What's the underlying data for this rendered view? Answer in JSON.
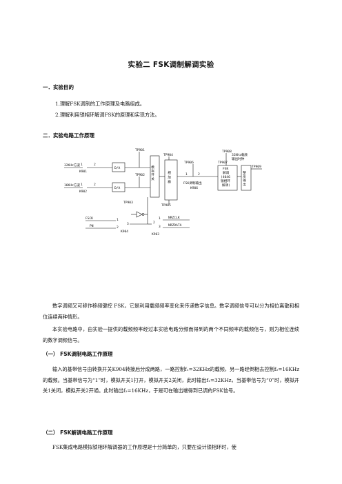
{
  "title": "实验二    FSK调制解调实验",
  "sections": {
    "s1_heading": "一．实验目的",
    "s1_item1": "1.理解FSK调制的工作原理及电路组成。",
    "s1_item2": "2.理解利用锁相环解调FSK的原理和实现方法。",
    "s2_heading": "二．实验电路工作原理"
  },
  "diagram": {
    "in1": "32KHz方波",
    "in2": "16KHz方波",
    "k901": "K901",
    "k902": "K902",
    "k903": "K903",
    "k904": "K904",
    "k906": "K906",
    "da": "D/A",
    "tp901": "TP901",
    "tp902": "TP902",
    "tp903": "TP903",
    "tp904": "TP904",
    "tp905": "TP905",
    "tp906": "TP906",
    "tp907": "TP907",
    "tp908": "TP908",
    "tp909": "TP909",
    "switch": "模拟开关",
    "adder": "相加器",
    "fsk_out": "FSK调制输出",
    "demod": [
      "FSK",
      "解调",
      "(4046",
      "锁相环",
      "解调)"
    ],
    "shaper": "整形输出",
    "clk_out": [
      "32KHz载频",
      "输出时钟"
    ],
    "fsck": "FSCK",
    "pn": "PN",
    "nrzclk": "NRZCLK",
    "nrzdata": "NRZDATA",
    "pin1": "1",
    "pin2": "2",
    "pin3": "3"
  },
  "para1": "数字调频又可称作移频键控 FSK，它是利用载频频率变化来传递数字信息。数字调频信号可以分为相位离散和相位连续两种情形。",
  "para2": "本实验电路中，由实验一提供的载频频率经过本实验电路分频而得到的两个不同频率的载频信号，则为相位连续的数字调频信号。",
  "sub1_heading": "（一） FSK调制电路工作原理",
  "para3": "输入的基带信号由转换开关K904转接后分成两路，一路控制f₁=32KHz的载频，另一路经倒相去控制f₂=16KHz的载频。当基带信号为“1”时，模拟开关1打开，模拟开关2关闭，此时输出f₁=32KHz，当基带信号为“0”时，模拟开关1关闭，模拟开关2开通。此时输出f₂=16KHz，于是可在输出端得到已调的FSK信号。",
  "sub2_heading": "（二） FSK解调电路工作原理",
  "para4": "FSK集成电路模拟锁相环解调器的工作原理是十分简单的，只要在设计锁相环时，使"
}
